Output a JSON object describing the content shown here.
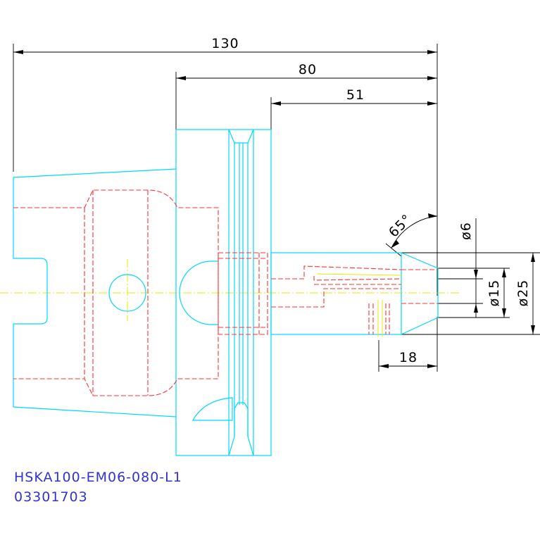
{
  "drawing": {
    "dimensions": {
      "overall_length": "130",
      "flange_to_end": "80",
      "gauge_length": "51",
      "cone_angle": "65°",
      "bore_small": "ø6",
      "bore_mid": "ø15",
      "bore_large": "ø25",
      "nose_length": "18"
    },
    "part_name": "HSKA100-EM06-080-L1",
    "part_code": "03301703",
    "colors": {
      "outline": "#00d8ff",
      "hidden": "#ff3333",
      "centerline": "#e8e800",
      "dimension": "#000000",
      "label": "#3333cc"
    }
  }
}
